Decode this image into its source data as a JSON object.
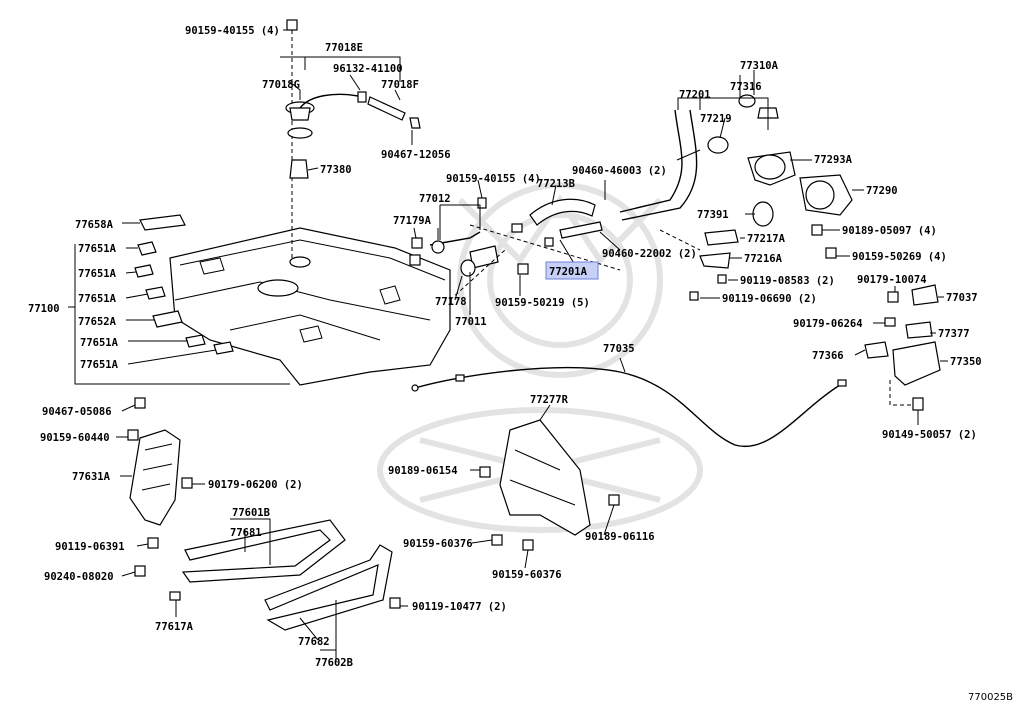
{
  "diagram_id": "770025B",
  "highlighted_part": "77201A",
  "labels": [
    "90159-40155 (4)",
    "77018E",
    "96132-41100",
    "77018G",
    "77018F",
    "90467-12056",
    "77380",
    "77658A",
    "77651A",
    "77651A",
    "77651A",
    "77652A",
    "77651A",
    "77651A",
    "77100",
    "90159-40155 (4)",
    "77012",
    "77179A",
    "77178",
    "77011",
    "77213B",
    "90460-46003 (2)",
    "90460-22002 (2)",
    "77201A",
    "90159-50219 (5)",
    "77201",
    "77316",
    "77310A",
    "77219",
    "77293A",
    "77290",
    "77391",
    "77217A",
    "77216A",
    "90119-08583 (2)",
    "90119-06690 (2)",
    "90189-05097 (4)",
    "90159-50269 (4)",
    "90179-10074",
    "77037",
    "90179-06264",
    "77377",
    "77366",
    "77350",
    "90149-50057 (2)",
    "77035",
    "90467-05086",
    "90159-60440",
    "77631A",
    "90179-06200 (2)",
    "90119-06391",
    "90240-08020",
    "77617A",
    "77601B",
    "77681",
    "77277R",
    "90189-06154",
    "90189-06116",
    "90159-60376",
    "90159-60376",
    "90119-10477 (2)",
    "77682",
    "77602B"
  ]
}
